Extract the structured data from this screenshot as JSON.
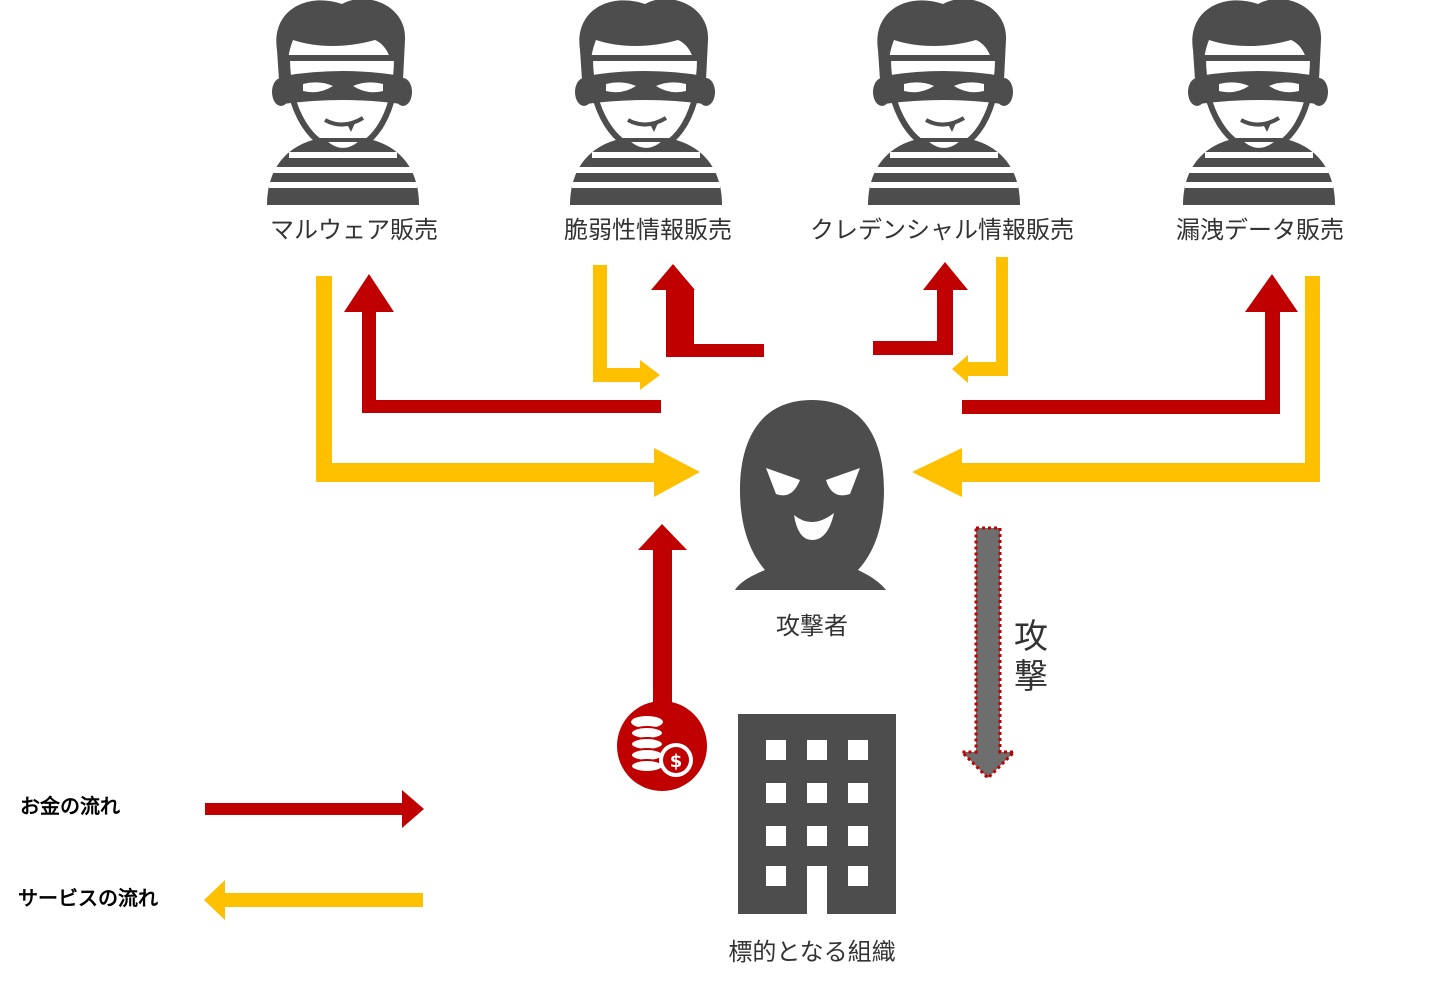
{
  "sellers": [
    {
      "label": "マルウェア販売"
    },
    {
      "label": "脆弱性情報販売"
    },
    {
      "label": "クレデンシャル情報販売"
    },
    {
      "label": "漏洩データ販売"
    }
  ],
  "attacker": {
    "label": "攻撃者"
  },
  "target": {
    "label": "標的となる組織"
  },
  "attack": {
    "label_line1": "攻",
    "label_line2": "撃"
  },
  "money_icon": {
    "symbol": "$"
  },
  "legend": {
    "money_flow": "お金の流れ",
    "service_flow": "サービスの流れ"
  },
  "colors": {
    "money": "#c00000",
    "service": "#ffc000",
    "icon": "#4d4d4d",
    "attack_arrow": "#6e6e6e"
  }
}
